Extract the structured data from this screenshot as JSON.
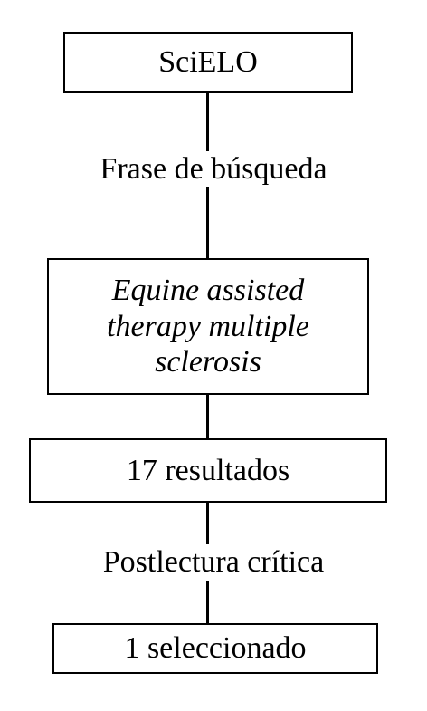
{
  "diagram": {
    "source_box": "SciELO",
    "step_label_1": "Frase de búsqueda",
    "query_box": [
      "Equine assisted",
      "therapy multiple",
      "sclerosis"
    ],
    "results_box": "17 resultados",
    "step_label_2": "Postlectura crítica",
    "selected_box": "1 seleccionado"
  },
  "colors": {
    "line": "#000000",
    "background": "#ffffff"
  }
}
